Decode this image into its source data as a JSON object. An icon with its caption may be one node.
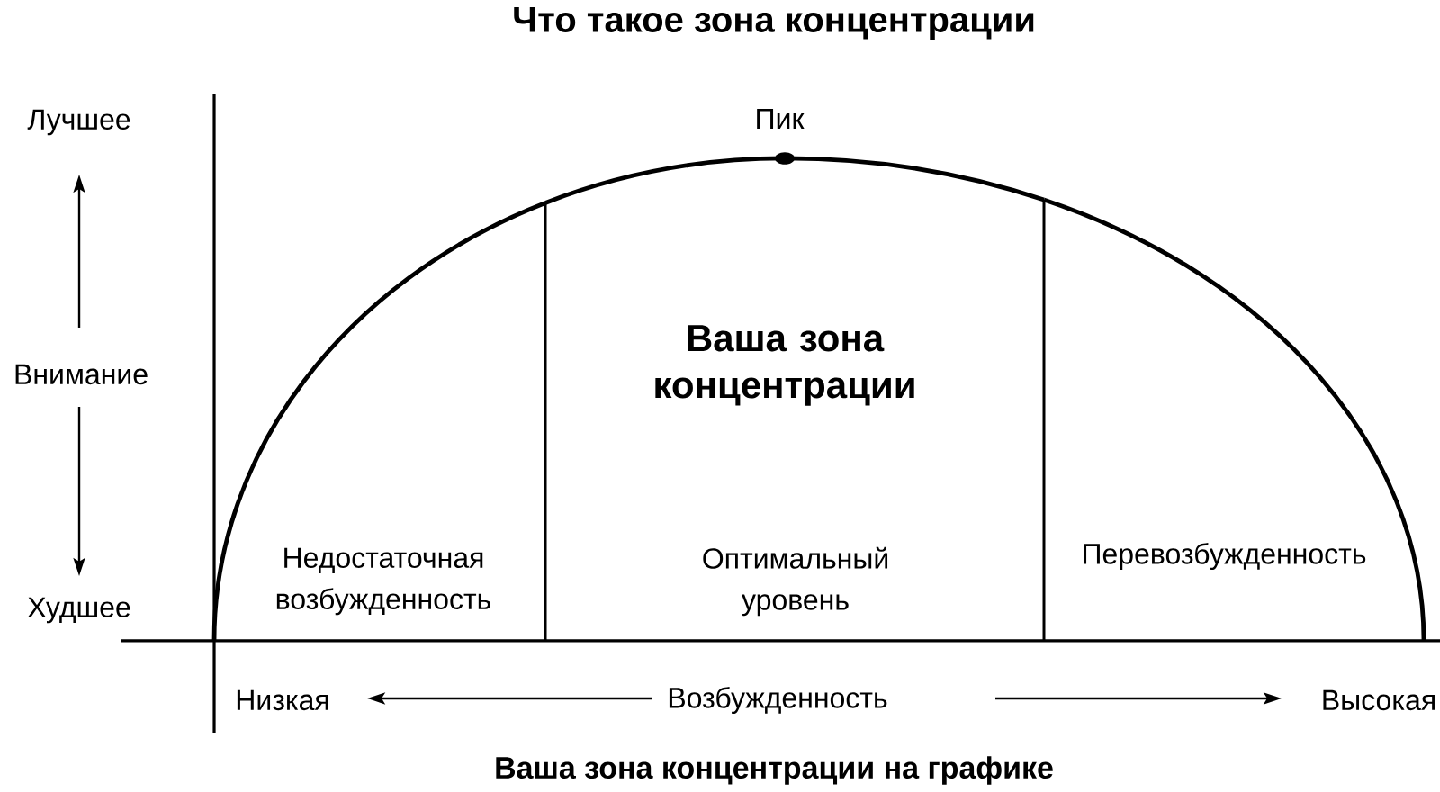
{
  "diagram": {
    "title": "Что такое зона концентрации",
    "caption": "Ваша зона концентрации на графике",
    "nodes": [
      {
        "text": [
          "Недостаточная возбужденность"
        ]
      },
      {
        "text": [
          "Ваша зона концентрации",
          "Оптимальный уровень"
        ]
      },
      {
        "text": [
          "Перевозбужденность"
        ]
      }
    ],
    "labels": [
      "Лучшее",
      "Пик",
      "Внимание",
      "Худшее",
      "Низкая",
      "Возбужденность",
      "Высокая"
    ]
  }
}
